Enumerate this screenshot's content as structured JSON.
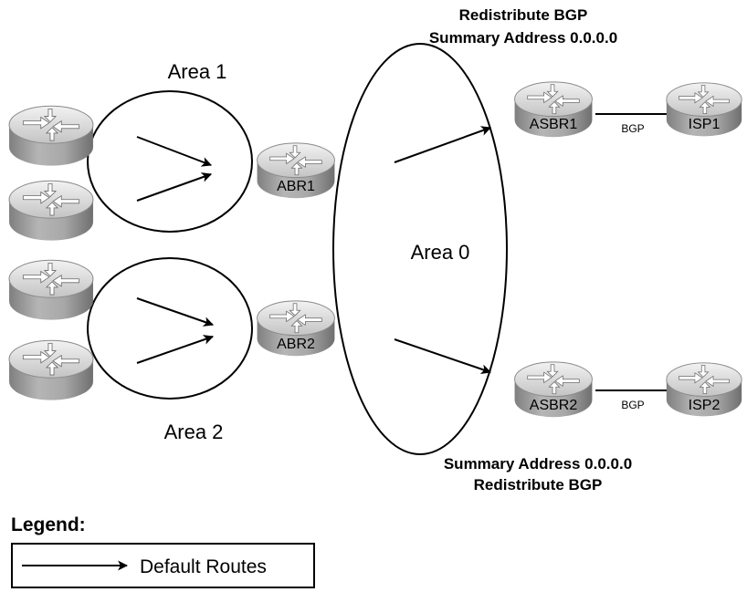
{
  "diagram": {
    "areas": {
      "area1": "Area 1",
      "area2": "Area 2",
      "area0": "Area 0"
    },
    "annotations": {
      "top_line1": "Redistribute BGP",
      "top_line2": "Summary Address 0.0.0.0",
      "bottom_line1": "Summary Address 0.0.0.0",
      "bottom_line2": "Redistribute BGP"
    },
    "routers": {
      "abr1": "ABR1",
      "abr2": "ABR2",
      "asbr1": "ASBR1",
      "asbr2": "ASBR2",
      "isp1": "ISP1",
      "isp2": "ISP2"
    },
    "links": {
      "asbr1_isp1": "BGP",
      "asbr2_isp2": "BGP"
    },
    "legend": {
      "title": "Legend:",
      "default_routes": "Default Routes"
    },
    "colors": {
      "router_top": "#d8d8d8",
      "router_side": "#a9a9a9",
      "line": "#000000"
    }
  }
}
